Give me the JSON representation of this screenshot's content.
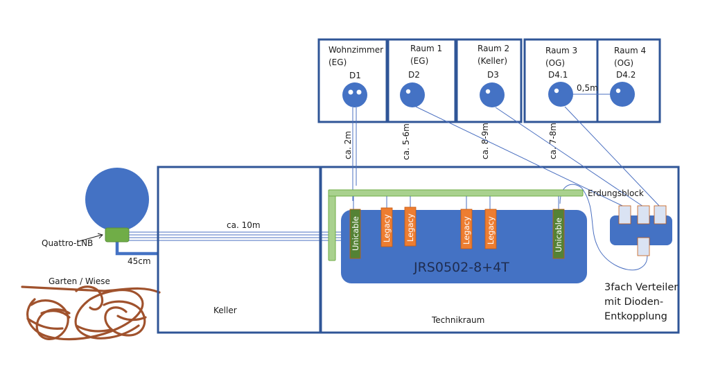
{
  "colors": {
    "wall": "#2f5597",
    "device_blue": "#4472c4",
    "cable": "#4a6fc0",
    "ground_bar": "#a9d18e",
    "ground_bar_stroke": "#70ad47",
    "lnb": "#70ad47",
    "unicable_port": "#548235",
    "legacy_port": "#ed7d31",
    "splitter_port": "#dae3f3",
    "garden_scribble": "#a0522d"
  },
  "rooms_top": [
    {
      "name": "Wohnzimmer",
      "floor": "(EG)",
      "socket": "D1",
      "socket_type": "double"
    },
    {
      "name": "Raum 1",
      "floor": "(EG)",
      "socket": "D2",
      "socket_type": "single"
    },
    {
      "name": "Raum 2",
      "floor": "(Keller)",
      "socket": "D3",
      "socket_type": "single"
    },
    {
      "name": "Raum 3",
      "floor": "(OG)",
      "socket": "D4.1",
      "socket_type": "single"
    },
    {
      "name": "Raum 4",
      "floor": "(OG)",
      "socket": "D4.2",
      "socket_type": "single"
    }
  ],
  "link_d41_d42": "0,5m",
  "cable_lengths": [
    "ca. 2m",
    "ca. 5-6m",
    "ca. 8-9m",
    "ca. 7-8m"
  ],
  "outdoor": {
    "lnb_label": "Quattro-LNB",
    "mast_length": "45cm",
    "garden_label": "Garten  / Wiese",
    "feed_length": "ca. 10m"
  },
  "keller_label": "Keller",
  "technikraum_label": "Technikraum",
  "grounding_label": "Erdungsblock",
  "multiswitch": {
    "model": "JRS0502-8+4T",
    "ports": [
      "Unicable",
      "Legacy",
      "Legacy",
      "Legacy",
      "Legacy",
      "Unicable"
    ]
  },
  "splitter": {
    "label_lines": [
      "3fach Verteiler",
      "mit Dioden-",
      "Entkopplung"
    ]
  }
}
